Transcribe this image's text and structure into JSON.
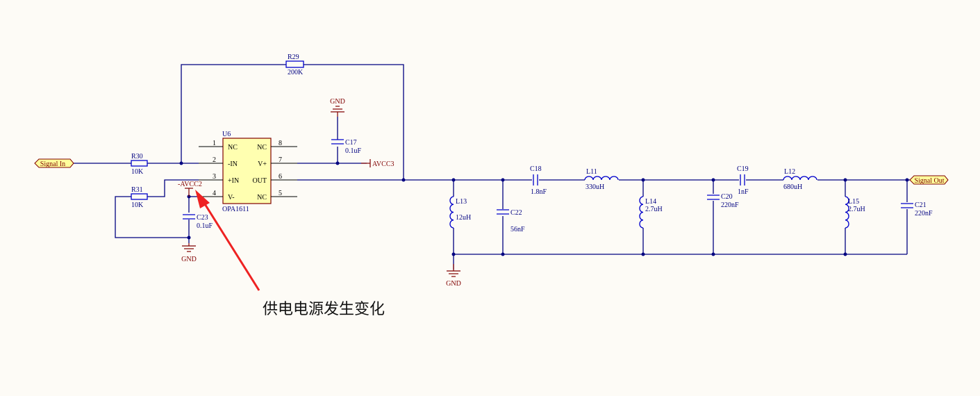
{
  "ports": {
    "signal_in": "Signal In",
    "signal_out": "Signal Out"
  },
  "opamp": {
    "ref": "U6",
    "part": "OPA1611",
    "pins": [
      {
        "num": "1",
        "name": "NC"
      },
      {
        "num": "2",
        "name": "-IN"
      },
      {
        "num": "3",
        "name": "+IN"
      },
      {
        "num": "4",
        "name": "V-"
      },
      {
        "num": "8",
        "name": "NC"
      },
      {
        "num": "7",
        "name": "V+"
      },
      {
        "num": "6",
        "name": "OUT"
      },
      {
        "num": "5",
        "name": "NC"
      }
    ]
  },
  "components": {
    "R29": {
      "ref": "R29",
      "value": "200K"
    },
    "R30": {
      "ref": "R30",
      "value": "10K"
    },
    "R31": {
      "ref": "R31",
      "value": "10K"
    },
    "C17": {
      "ref": "C17",
      "value": "0.1uF"
    },
    "C23": {
      "ref": "C23",
      "value": "0.1uF"
    },
    "C18": {
      "ref": "C18",
      "value": "1.8nF"
    },
    "C19": {
      "ref": "C19",
      "value": "1nF"
    },
    "C20": {
      "ref": "C20",
      "value": "220nF"
    },
    "C21": {
      "ref": "C21",
      "value": "220nF"
    },
    "C22": {
      "ref": "C22",
      "value": "56nF"
    },
    "L11": {
      "ref": "L11",
      "value": "330uH"
    },
    "L12": {
      "ref": "L12",
      "value": "680uH"
    },
    "L13": {
      "ref": "L13",
      "value": "12uH"
    },
    "L14": {
      "ref": "L14",
      "value": "2.7uH"
    },
    "L15": {
      "ref": "L15",
      "value": "2.7uH"
    }
  },
  "power": {
    "gnd": "GND",
    "avcc3": "AVCC3",
    "avcc2": "-AVCC2"
  },
  "annotation": {
    "text": "供电电源发生变化",
    "arrow_color": "#ee2222"
  }
}
